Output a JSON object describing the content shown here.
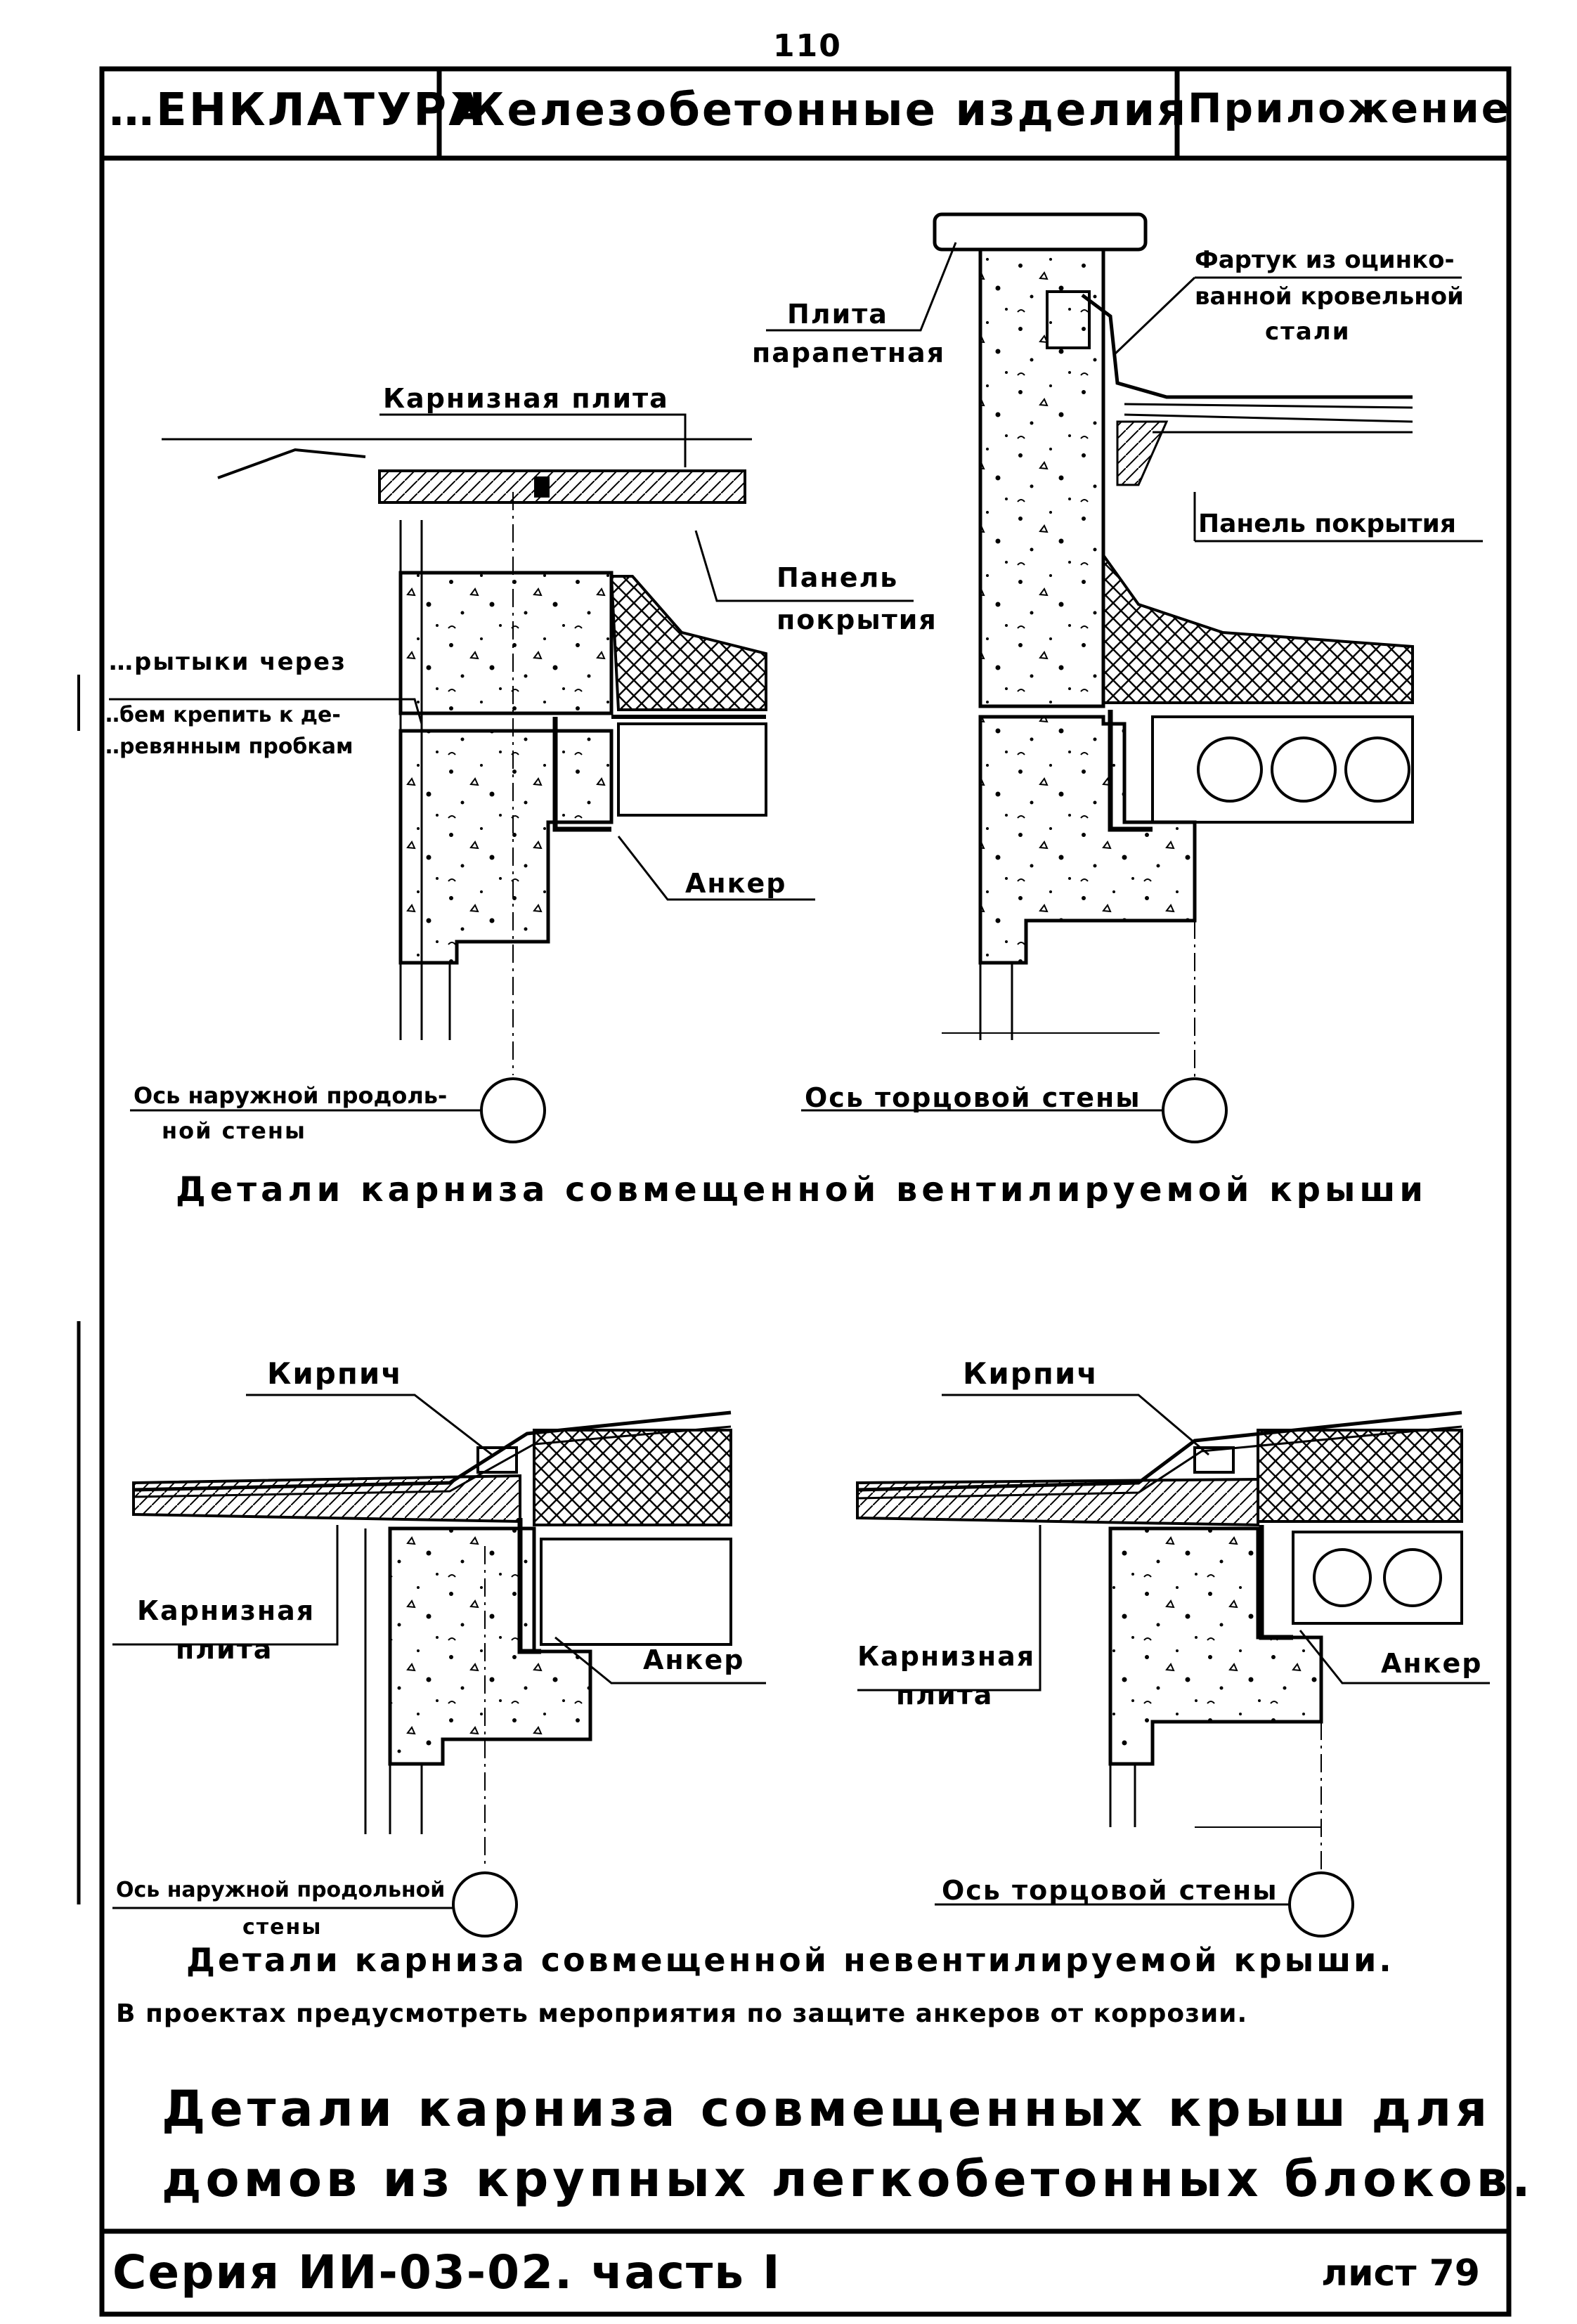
{
  "page_number": "110",
  "header": {
    "left": "…ЕНКЛАТУРА",
    "center": "Железобетонные изделия",
    "right": "Приложение"
  },
  "top_left_detail": {
    "cornice_slab": "Карнизная плита",
    "roof_panel_line1": "Панель",
    "roof_panel_line2": "покрытия",
    "fastening_line1": "…рытыки через",
    "fastening_line2": "…бем крепить к де-",
    "fastening_line3": "…ревянным пробкам",
    "anchor": "Анкер",
    "axis_line1": "Ось наружной продоль-",
    "axis_line2": "ной стены"
  },
  "top_right_detail": {
    "parapet_line1": "Плита",
    "parapet_line2": "парапетная",
    "apron_line1": "Фартук из оцинко-",
    "apron_line2": "ванной кровельной",
    "apron_line3": "стали",
    "roof_panel": "Панель покрытия",
    "axis": "Ось торцовой стены"
  },
  "caption_ventilated": "Детали карниза совмещенной вентилируемой крыши",
  "bottom_left_detail": {
    "brick": "Кирпич",
    "cornice_slab_line1": "Карнизная",
    "cornice_slab_line2": "плита",
    "anchor": "Анкер",
    "axis_line1": "Ось наружной продольной",
    "axis_line2": "стены"
  },
  "bottom_right_detail": {
    "brick": "Кирпич",
    "cornice_slab_line1": "Карнизная",
    "cornice_slab_line2": "плита",
    "anchor": "Анкер",
    "axis": "Ось торцовой стены"
  },
  "caption_nonventilated": "Детали карниза совмещенной невентилируемой крыши.",
  "note": "В проектах предусмотреть мероприятия по защите анкеров от коррозии.",
  "main_title_line1": "Детали карниза совмещенных крыш для",
  "main_title_line2": "домов из крупных легкобетонных блоков.",
  "footer": {
    "series": "Серия ИИ-03-02. часть I",
    "sheet": "лист 79"
  }
}
